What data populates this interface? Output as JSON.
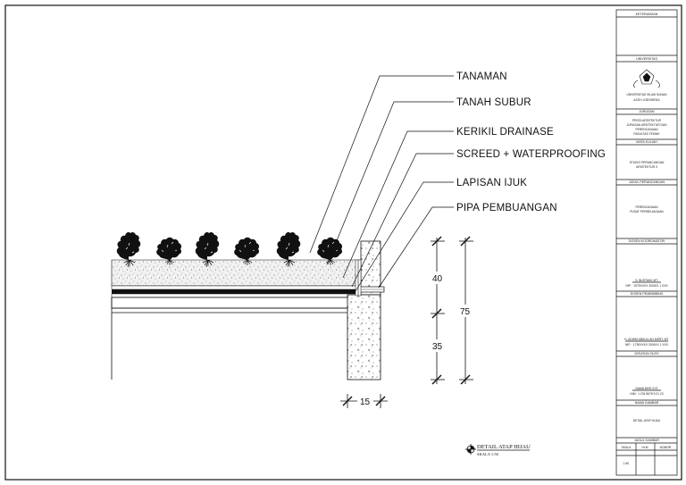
{
  "labels": {
    "tanaman": "TANAMAN",
    "tanah_subur": "TANAH SUBUR",
    "kerikil": "KERIKIL DRAINASE",
    "screed": "SCREED + WATERPROOFING",
    "ijuk": "LAPISAN IJUK",
    "pipa": "PIPA PEMBUANGAN"
  },
  "dimensions": {
    "upper": "40",
    "lower": "35",
    "total": "75",
    "wall": "15"
  },
  "detail_title": {
    "title": "DETAIL ATAP HIJAU",
    "scale": "SKALA 1:50"
  },
  "title_block": {
    "keterangan": "KETERANGAN",
    "universitas_hdr": "UNIVERSITAS",
    "univ_line1": "UNIVERSITAS ISLAM SUNAN",
    "univ_line2": "ACEH, INDONESIA",
    "jurusan_hdr": "JURUSAN",
    "jur_line1": "PRODI ARSITEKTUR",
    "jur_line2": "JURUSAN ARSITEKTUR DAN",
    "jur_line3": "PERENCANAAN",
    "jur_line4": "FAKULTAS TEKNIK",
    "matkul_hdr": "MATA KULIAH",
    "mk_line1": "STUDIO PERANCANGAN",
    "mk_line2": "ARSITEKTUR 3",
    "judul_hdr": "JUDUL PERANCANGAN",
    "judul_line1": "PERENCANAAN",
    "judul_line2": "PUSAT PERBELANJAAN",
    "dosen_koord_hdr": "DOSEN KOORDINATOR",
    "dosen_koord_name": "S. BUSTAMI, MT.",
    "dosen_koord_nip": "NIP.  ·  1975XXXX  200001  1 XXX",
    "dosen_pemb_hdr": "DOSEN PEMBIMBING",
    "dosen_pemb_name": "H. ADHIM ABDULLAH MSRT, MT.",
    "dosen_pemb_nip": "NIP.  ·  1790XXXX  2004XX  1 XXX",
    "disusun_hdr": "DISUSUN OLEH",
    "disusun_name": "NAMA MHS XYZ",
    "disusun_nim": "NIM :  1 234 5678 9 01 23",
    "nama_gambar_hdr": "NAMA GAMBAR",
    "nama_gambar": "DETAIL ATAP HIJAU",
    "jumlah_hdr": "JUDUL GAMBAR",
    "col1": "SKALA",
    "col2": "HLM",
    "col3": "NOMOR",
    "val1": "1:50"
  }
}
